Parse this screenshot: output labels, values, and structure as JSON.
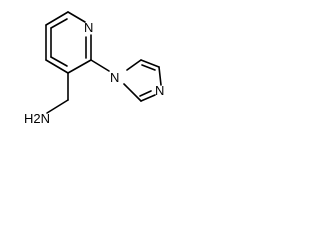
{
  "molecule": {
    "atoms": {
      "pyridine_n": "N",
      "imidazole_n1": "N",
      "imidazole_n3": "N",
      "amine": "H2N"
    }
  },
  "colors": {
    "bond": "#000000",
    "label": "#000000",
    "background": "#ffffff"
  }
}
